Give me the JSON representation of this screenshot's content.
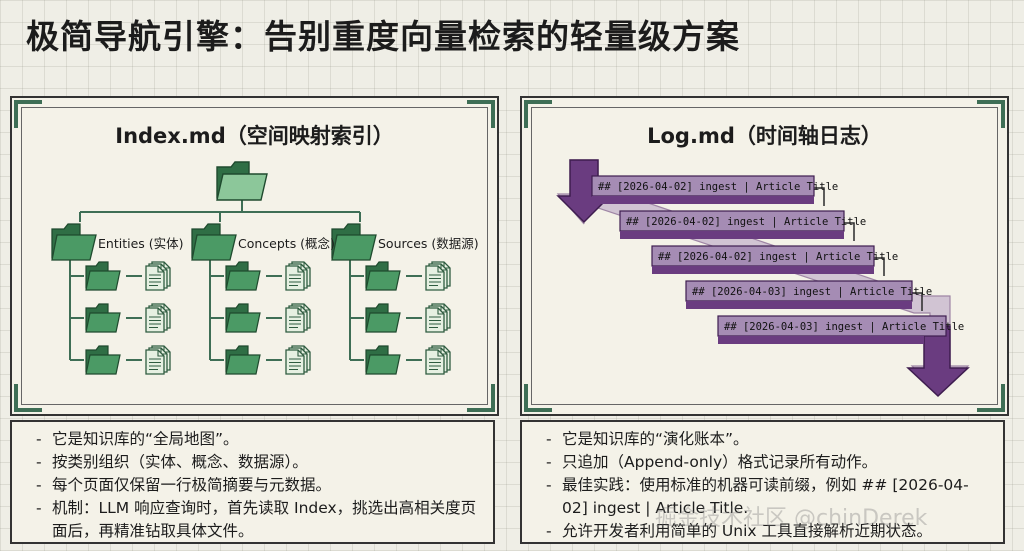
{
  "title": "极简导航引擎：告别重度向量检索的轻量级方案",
  "left_panel": {
    "title": "Index.md（空间映射索引）",
    "categories": [
      {
        "label": "Entities (实体)"
      },
      {
        "label": "Concepts (概念)"
      },
      {
        "label": "Sources (数据源)"
      }
    ],
    "bullets": [
      "它是知识库的“全局地图”。",
      "按类别组织（实体、概念、数据源）。",
      "每个页面仅保留一行极简摘要与元数据。",
      "机制：LLM 响应查询时，首先读取 Index，挑选出高相关度页面后，再精准钻取具体文件。"
    ]
  },
  "right_panel": {
    "title": "Log.md（时间轴日志）",
    "log_entries": [
      "## [2026-04-02] ingest | Article Title",
      "## [2026-04-02] ingest | Article Title",
      "## [2026-04-02] ingest | Article Title",
      "## [2026-04-03] ingest | Article Title",
      "## [2026-04-03] ingest | Article Title"
    ],
    "bullets": [
      "它是知识库的“演化账本”。",
      "只追加（Append-only）格式记录所有动作。",
      "最佳实践：使用标准的机器可读前缀，例如 ## [2026-04-02] ingest | Article Title.",
      "允许开发者利用简单的 Unix 工具直接解析近期状态。"
    ]
  },
  "watermark": "掘金技术社区 @chinDerek",
  "colors": {
    "folder_green": "#3f8a5a",
    "folder_light": "#8cc79a",
    "doc_fill": "#e6f0e2",
    "log_purple": "#6a3c80",
    "log_bar": "#a58cb4",
    "border": "#333333"
  }
}
